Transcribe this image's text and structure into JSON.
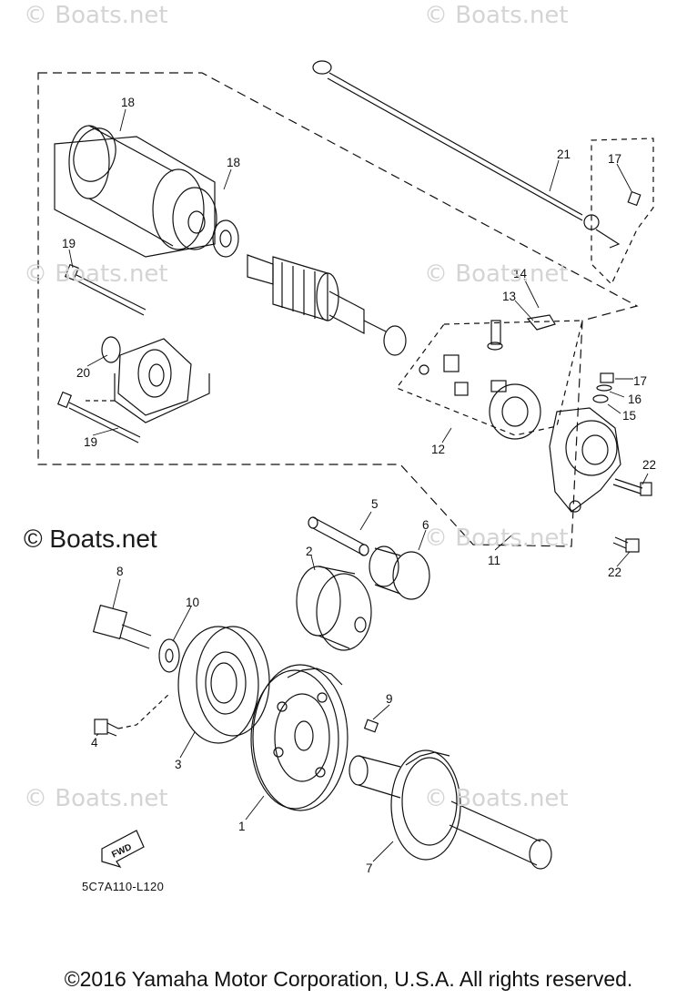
{
  "watermark": {
    "text": "© Boats.net",
    "big_text": "© Boats.net"
  },
  "footer": "©2016 Yamaha Motor Corporation, U.S.A. All rights reserved.",
  "diagram_code": "5C7A110-L120",
  "fwd_label": "FWD",
  "callouts": {
    "p1": "1",
    "p2": "2",
    "p3": "3",
    "p4": "4",
    "p5": "5",
    "p6": "6",
    "p7": "7",
    "p8": "8",
    "p9": "9",
    "p10": "10",
    "p11": "11",
    "p12": "12",
    "p13": "13",
    "p14": "14",
    "p15": "15",
    "p16": "16",
    "p17a": "17",
    "p17b": "17",
    "p18a": "18",
    "p18b": "18",
    "p19a": "19",
    "p19b": "19",
    "p20": "20",
    "p21": "21",
    "p22a": "22",
    "p22b": "22"
  },
  "icons": [
    "fwd-arrow-icon"
  ],
  "colors": {
    "ink": "#111111",
    "watermark": "#d4d4d4"
  }
}
